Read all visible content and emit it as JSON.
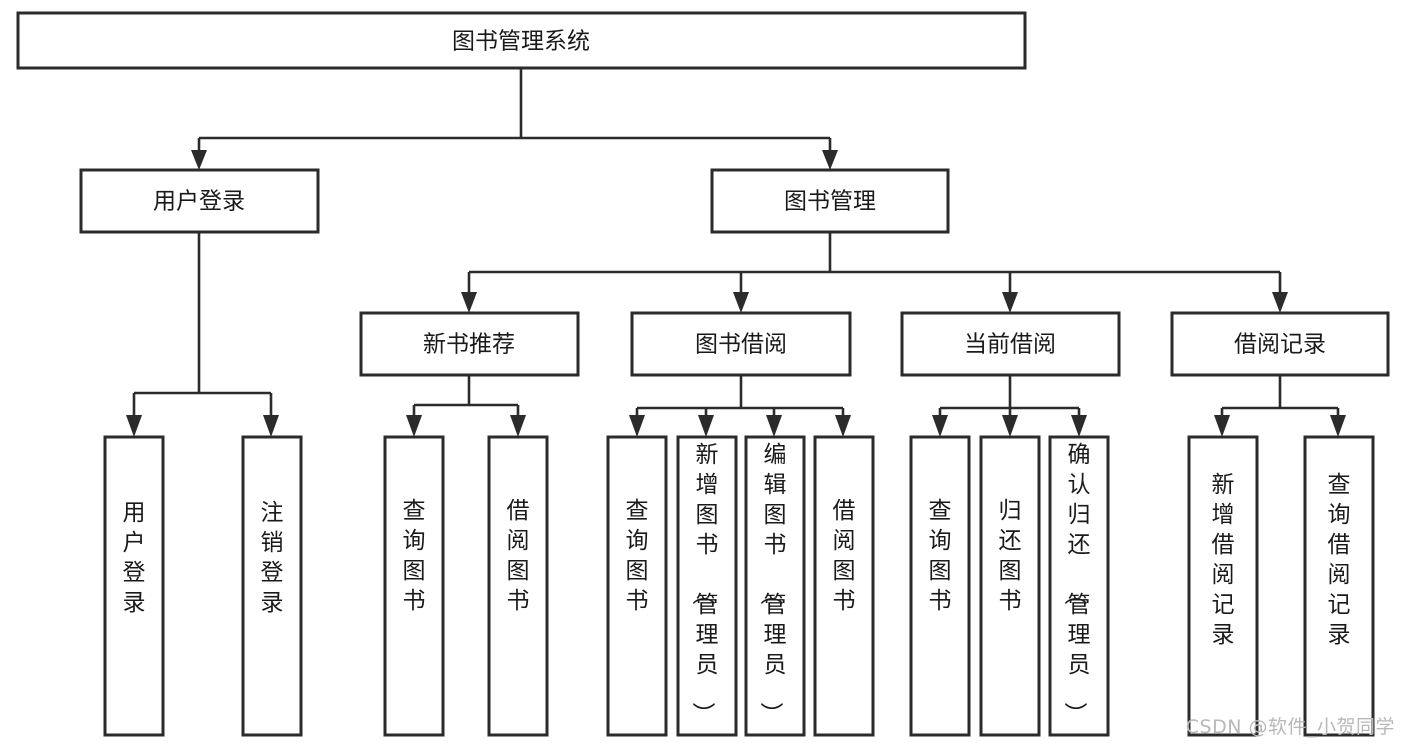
{
  "diagram": {
    "title_node": {
      "label": "图书管理系统"
    },
    "level2": [
      {
        "id": "user-login",
        "label": "用户登录"
      },
      {
        "id": "book-management",
        "label": "图书管理"
      }
    ],
    "level3": [
      {
        "id": "new-book-recommend",
        "label": "新书推荐"
      },
      {
        "id": "book-borrow",
        "label": "图书借阅"
      },
      {
        "id": "current-borrow",
        "label": "当前借阅"
      },
      {
        "id": "borrow-record",
        "label": "借阅记录"
      }
    ],
    "leaves": [
      {
        "id": "leaf-user-login",
        "label": "用户登录",
        "parent": "user-login"
      },
      {
        "id": "leaf-logout-login",
        "label": "注销登录",
        "parent": "user-login"
      },
      {
        "id": "leaf-query-book-1",
        "label": "查询图书",
        "parent": "new-book-recommend"
      },
      {
        "id": "leaf-borrow-book-1",
        "label": "借阅图书",
        "parent": "new-book-recommend"
      },
      {
        "id": "leaf-query-book-2",
        "label": "查询图书",
        "parent": "book-borrow"
      },
      {
        "id": "leaf-add-book",
        "label": "新增图书（管理员）",
        "parent": "book-borrow"
      },
      {
        "id": "leaf-edit-book",
        "label": "编辑图书（管理员）",
        "parent": "book-borrow"
      },
      {
        "id": "leaf-borrow-book-2",
        "label": "借阅图书",
        "parent": "book-borrow"
      },
      {
        "id": "leaf-query-book-3",
        "label": "查询图书",
        "parent": "current-borrow"
      },
      {
        "id": "leaf-return-book",
        "label": "归还图书",
        "parent": "current-borrow"
      },
      {
        "id": "leaf-confirm-return",
        "label": "确认归还（管理员）",
        "parent": "current-borrow"
      },
      {
        "id": "leaf-add-record",
        "label": "新增借阅记录",
        "parent": "borrow-record"
      },
      {
        "id": "leaf-query-record",
        "label": "查询借阅记录",
        "parent": "borrow-record"
      }
    ]
  },
  "watermark": {
    "text": "CSDN @软件_小贺同学"
  },
  "colors": {
    "stroke": "#2b2b2b",
    "fill": "#ffffff",
    "text": "#1a1a1a",
    "watermark": "#b8b8b8"
  }
}
